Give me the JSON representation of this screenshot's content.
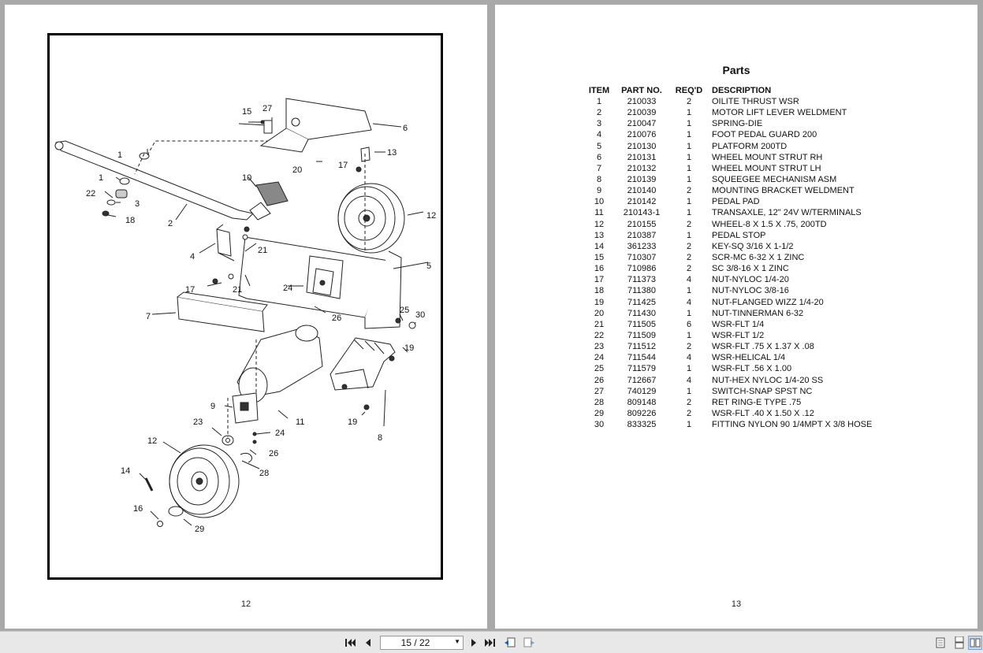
{
  "left_page": {
    "page_number": "12"
  },
  "diagram": {
    "callouts": [
      "15",
      "27",
      "6",
      "1",
      "13",
      "20",
      "17",
      "1",
      "10",
      "22",
      "3",
      "18",
      "2",
      "12",
      "4",
      "21",
      "5",
      "17",
      "21",
      "24",
      "7",
      "26",
      "25",
      "30",
      "19",
      "9",
      "11",
      "23",
      "24",
      "19",
      "8",
      "12",
      "26",
      "14",
      "28",
      "16",
      "29"
    ]
  },
  "right_page": {
    "page_number": "13",
    "title": "Parts",
    "headers": {
      "item": "ITEM",
      "part": "PART NO.",
      "req": "REQ'D",
      "desc": "DESCRIPTION"
    },
    "rows": [
      {
        "item": "1",
        "part": "210033",
        "req": "2",
        "desc": "OILITE THRUST WSR"
      },
      {
        "item": "2",
        "part": "210039",
        "req": "1",
        "desc": "MOTOR LIFT LEVER WELDMENT"
      },
      {
        "item": "3",
        "part": "210047",
        "req": "1",
        "desc": "SPRING-DIE"
      },
      {
        "item": "4",
        "part": "210076",
        "req": "1",
        "desc": "FOOT PEDAL GUARD 200"
      },
      {
        "item": "5",
        "part": "210130",
        "req": "1",
        "desc": "PLATFORM 200TD"
      },
      {
        "item": "6",
        "part": "210131",
        "req": "1",
        "desc": "WHEEL MOUNT STRUT RH"
      },
      {
        "item": "7",
        "part": "210132",
        "req": "1",
        "desc": "WHEEL MOUNT STRUT LH"
      },
      {
        "item": "8",
        "part": "210139",
        "req": "1",
        "desc": "SQUEEGEE MECHANISM ASM"
      },
      {
        "item": "9",
        "part": "210140",
        "req": "2",
        "desc": "MOUNTING BRACKET WELDMENT"
      },
      {
        "item": "10",
        "part": "210142",
        "req": "1",
        "desc": "PEDAL PAD"
      },
      {
        "item": "11",
        "part": "210143-1",
        "req": "1",
        "desc": "TRANSAXLE, 12\" 24V W/TERMINALS"
      },
      {
        "item": "12",
        "part": "210155",
        "req": "2",
        "desc": "WHEEL-8 X 1.5 X .75, 200TD"
      },
      {
        "item": "13",
        "part": "210387",
        "req": "1",
        "desc": "PEDAL STOP"
      },
      {
        "item": "14",
        "part": "361233",
        "req": "2",
        "desc": "KEY-SQ 3/16 X 1-1/2"
      },
      {
        "item": "15",
        "part": "710307",
        "req": "2",
        "desc": "SCR-MC 6-32 X 1 ZINC"
      },
      {
        "item": "16",
        "part": "710986",
        "req": "2",
        "desc": "SC 3/8-16 X 1 ZINC"
      },
      {
        "item": "17",
        "part": "711373",
        "req": "4",
        "desc": "NUT-NYLOC 1/4-20"
      },
      {
        "item": "18",
        "part": "711380",
        "req": "1",
        "desc": "NUT-NYLOC 3/8-16"
      },
      {
        "item": "19",
        "part": "711425",
        "req": "4",
        "desc": "NUT-FLANGED WIZZ 1/4-20"
      },
      {
        "item": "20",
        "part": "711430",
        "req": "1",
        "desc": "NUT-TINNERMAN 6-32"
      },
      {
        "item": "21",
        "part": "711505",
        "req": "6",
        "desc": "WSR-FLT 1/4"
      },
      {
        "item": "22",
        "part": "711509",
        "req": "1",
        "desc": "WSR-FLT 1/2"
      },
      {
        "item": "23",
        "part": "711512",
        "req": "2",
        "desc": "WSR-FLT .75 X 1.37 X .08"
      },
      {
        "item": "24",
        "part": "711544",
        "req": "4",
        "desc": "WSR-HELICAL 1/4"
      },
      {
        "item": "25",
        "part": "711579",
        "req": "1",
        "desc": "WSR-FLT .56 X 1.00"
      },
      {
        "item": "26",
        "part": "712667",
        "req": "4",
        "desc": "NUT-HEX NYLOC 1/4-20 SS"
      },
      {
        "item": "27",
        "part": "740129",
        "req": "1",
        "desc": "SWITCH-SNAP SPST NC"
      },
      {
        "item": "28",
        "part": "809148",
        "req": "2",
        "desc": "RET RING-E TYPE .75"
      },
      {
        "item": "29",
        "part": "809226",
        "req": "2",
        "desc": "WSR-FLT .40 X 1.50 X .12"
      },
      {
        "item": "30",
        "part": "833325",
        "req": "1",
        "desc": "FITTING NYLON 90 1/4MPT X 3/8 HOSE"
      }
    ]
  },
  "toolbar": {
    "page_field": "15 / 22",
    "icons": [
      "first-page-icon",
      "prev-page-icon",
      "next-page-icon",
      "last-page-icon",
      "go-back-icon",
      "go-forward-icon",
      "single-page-view-icon",
      "continuous-view-icon",
      "two-page-view-icon"
    ]
  }
}
